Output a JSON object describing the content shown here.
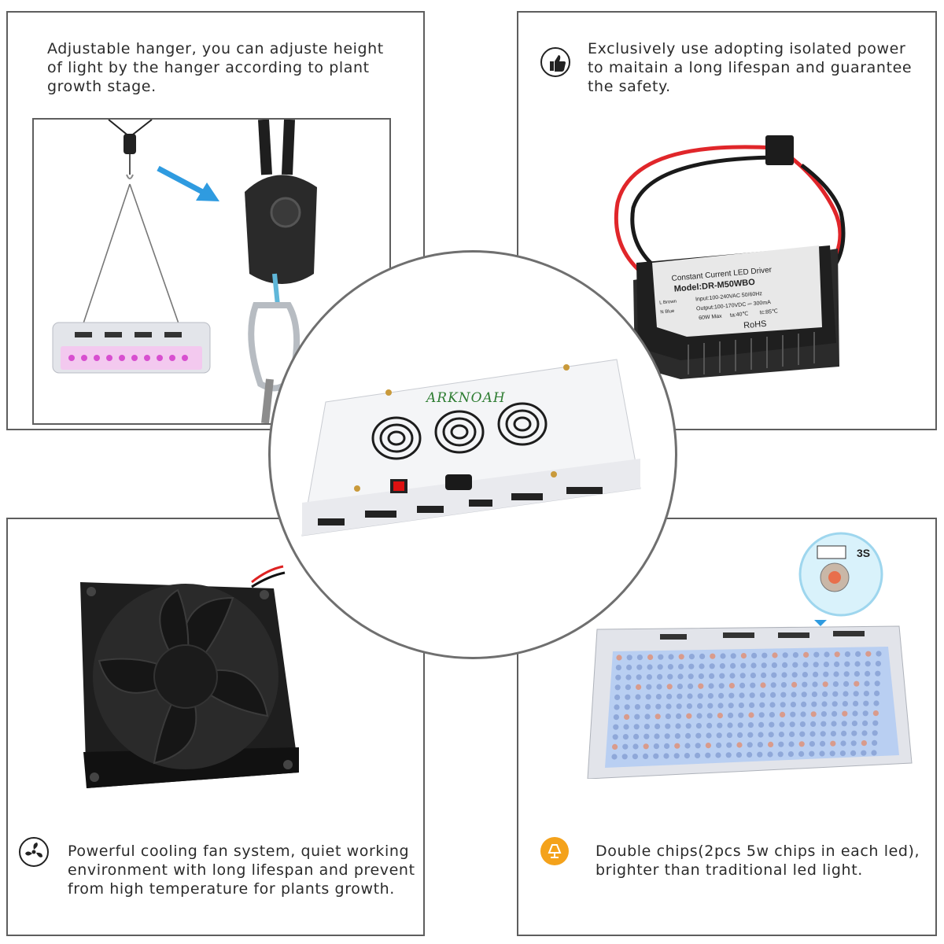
{
  "panels": {
    "hanger": {
      "caption": [
        "Adjustable hanger,  you can adjuste height",
        "of light by the hanger according to plant",
        "growth stage."
      ]
    },
    "power": {
      "caption": [
        "Exclusively use adopting isolated power",
        "to maitain a long lifespan and guarantee",
        "the safety."
      ],
      "icon": "thumbs-up-icon",
      "driver_labels": {
        "title": "Constant Current LED Driver",
        "model": "Model:DR-M50WBO",
        "input": "Input:100-240VAC 50/60Hz",
        "output": "Output:100-170VDC ⎓ 300mA",
        "power": "60W Max",
        "temp_a": "ta:40℃",
        "temp_c": "tc:85℃",
        "rohs": "RoHS",
        "wire_brown": "L Brown",
        "wire_blue": "N Blue"
      }
    },
    "fan": {
      "caption": [
        "Powerful cooling fan system, quiet working",
        "environment with long lifespan and prevent",
        "from high temperature for plants growth."
      ],
      "icon": "fan-icon"
    },
    "chips": {
      "caption": [
        "Double chips(2pcs 5w chips in each led),",
        "brighter than traditional led light."
      ],
      "icon": "lamp-icon",
      "icon_color": "#f4a21b",
      "chip_label": "3S"
    }
  },
  "center": {
    "brand": "ARKNOAH"
  },
  "colors": {
    "border": "#5e5e5e",
    "arrow": "#2f9be0",
    "brand_text": "#2e7d32"
  }
}
